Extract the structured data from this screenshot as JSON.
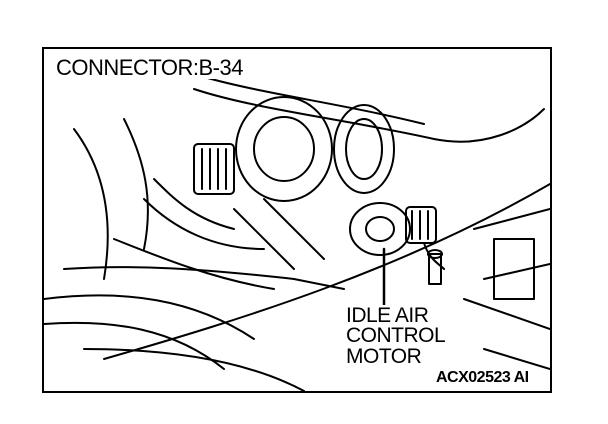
{
  "title": "CONNECTOR:B-34",
  "callout": {
    "line1": "IDLE AIR",
    "line2": "CONTROL",
    "line3": "MOTOR"
  },
  "figure_code": "ACX02523 AI",
  "colors": {
    "ink": "#000000",
    "paper": "#ffffff"
  }
}
